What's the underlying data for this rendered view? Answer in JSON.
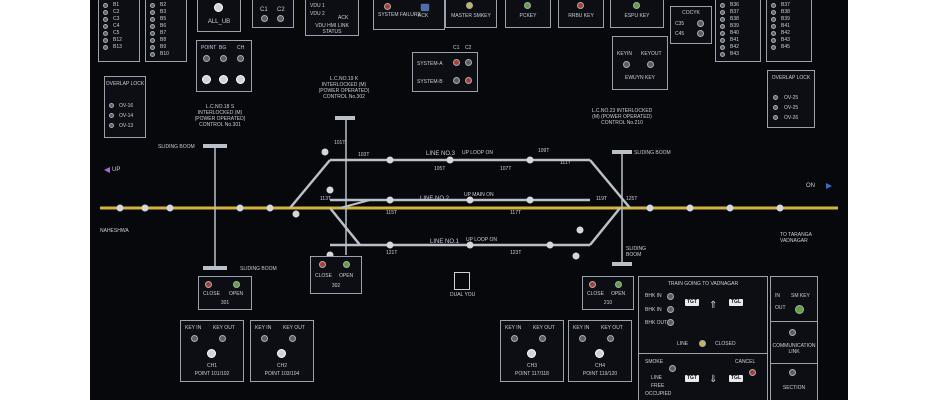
{
  "top_row": {
    "left_col1": [
      "B1",
      "C2",
      "C3",
      "C4",
      "C5",
      "B12",
      "B13"
    ],
    "left_col2": [
      "B2",
      "B3",
      "B5",
      "B6",
      "B7",
      "B8",
      "B9",
      "B10"
    ],
    "all_ub": "ALL_UB",
    "c_labels": [
      "C1",
      "C2"
    ],
    "vdu": [
      "VDU 1",
      "VDU 2"
    ],
    "vdu_link": "VDU HMI LINK STATUS",
    "ack": "ACK",
    "system_failure": "SYSTEM FAILURE",
    "master_smkey": "MASTER SMKEY",
    "pckey": "PCKEY",
    "rrbu_key": "RRBU KEY",
    "espu_key": "ESPU KEY",
    "cocyk": "COCYK",
    "cocyk_items": [
      "C35",
      "C45"
    ],
    "right_col1": [
      "B36",
      "B37",
      "B38",
      "B39",
      "B40",
      "B41",
      "B42",
      "B43"
    ],
    "right_col2": [
      "B37",
      "B38",
      "B39",
      "B41",
      "B42",
      "B43",
      "B45"
    ]
  },
  "point_box": {
    "labels": [
      "POINT",
      "BG",
      "CH"
    ]
  },
  "system_box": {
    "c1": "C1",
    "c2": "C2",
    "a": "SYSTEM-A",
    "b": "SYSTEM-B"
  },
  "key_box": {
    "keyin": "KEYIN",
    "keyout": "KEYOUT",
    "label": "EWUYN KEY"
  },
  "overlap_left": {
    "title": "OVERLAP LOCK",
    "items": [
      "OV-16",
      "OV-14",
      "OV-13"
    ]
  },
  "overlap_right": {
    "title": "OVERLAP LOCK",
    "items": [
      "OV-25",
      "OV-25",
      "OV-26"
    ]
  },
  "lc_left": "L.C.NO.18 S INTERLOCKED (M) (POWER OPERATED) CONTROL No.301",
  "lc_mid": "L.C.NO.19 K INTERLOCKED (M) (POWER OPERATED) CONTROL No.302",
  "lc_right": "L.C.NO.23 INTERLOCKED (M) (POWER OPERATED) CONTROL No.210",
  "sliding_boom": "SLIDING BOOM",
  "lines": {
    "line3": "LINE NO.3",
    "line2": "LINE NO.2",
    "line1": "LINE NO.1"
  },
  "loops": {
    "up_loop_3": "UP LOOP ON",
    "up_main": "UP MAIN ON",
    "up_loop_1": "UP LOOP ON"
  },
  "track_labels": [
    "101T",
    "103T",
    "105T",
    "107T",
    "109T",
    "111T",
    "113T",
    "115T",
    "117T",
    "119T",
    "121T",
    "123T",
    "125T"
  ],
  "direction": {
    "left_up": "UP",
    "left_station": "NAHESHWA",
    "right_on": "ON",
    "right_station": "TO TARANGA VADNAGAR"
  },
  "close_open": {
    "box301": {
      "close": "CLOSE",
      "open": "OPEN",
      "num": "301"
    },
    "box302": {
      "close": "CLOSE",
      "open": "OPEN",
      "num": "302"
    },
    "box210": {
      "close": "CLOSE",
      "open": "OPEN",
      "num": "210"
    }
  },
  "dual_you": "DUAL YOU",
  "key_panels": [
    {
      "in": "KEY IN",
      "out": "KEY OUT",
      "name": "CH1",
      "point": "POINT 101/102"
    },
    {
      "in": "KEY IN",
      "out": "KEY OUT",
      "name": "CH2",
      "point": "POINT 103/104"
    },
    {
      "in": "KEY IN",
      "out": "KEY OUT",
      "name": "CH3",
      "point": "POINT 117/118"
    },
    {
      "in": "KEY IN",
      "out": "KEY OUT",
      "name": "CH4",
      "point": "POINT 119/120"
    }
  ],
  "train_panel": {
    "title": "TRAIN GOING TO VADNAGAR",
    "rows": [
      "BHK IN",
      "BHK IN",
      "BHK OUT"
    ],
    "tags": [
      "TGT",
      "TGL"
    ],
    "line": "LINE",
    "closed": "CLOSED",
    "smoke": "SMOKE",
    "cancel": "CANCEL",
    "line2": "LINE",
    "free": "FREE",
    "occupied": "OCCUPIED"
  },
  "right_small": {
    "in": "IN",
    "sm_key": "SM KEY",
    "out": "OUT",
    "comm": "COMMUNICATION LINK",
    "section": "SECTION"
  },
  "colors": {
    "panel": "#07080c",
    "track": "#d4b43c",
    "line": "#b9c0c8",
    "red": "#b33a2e",
    "green": "#5fa23a",
    "yellow": "#c9b44a"
  }
}
